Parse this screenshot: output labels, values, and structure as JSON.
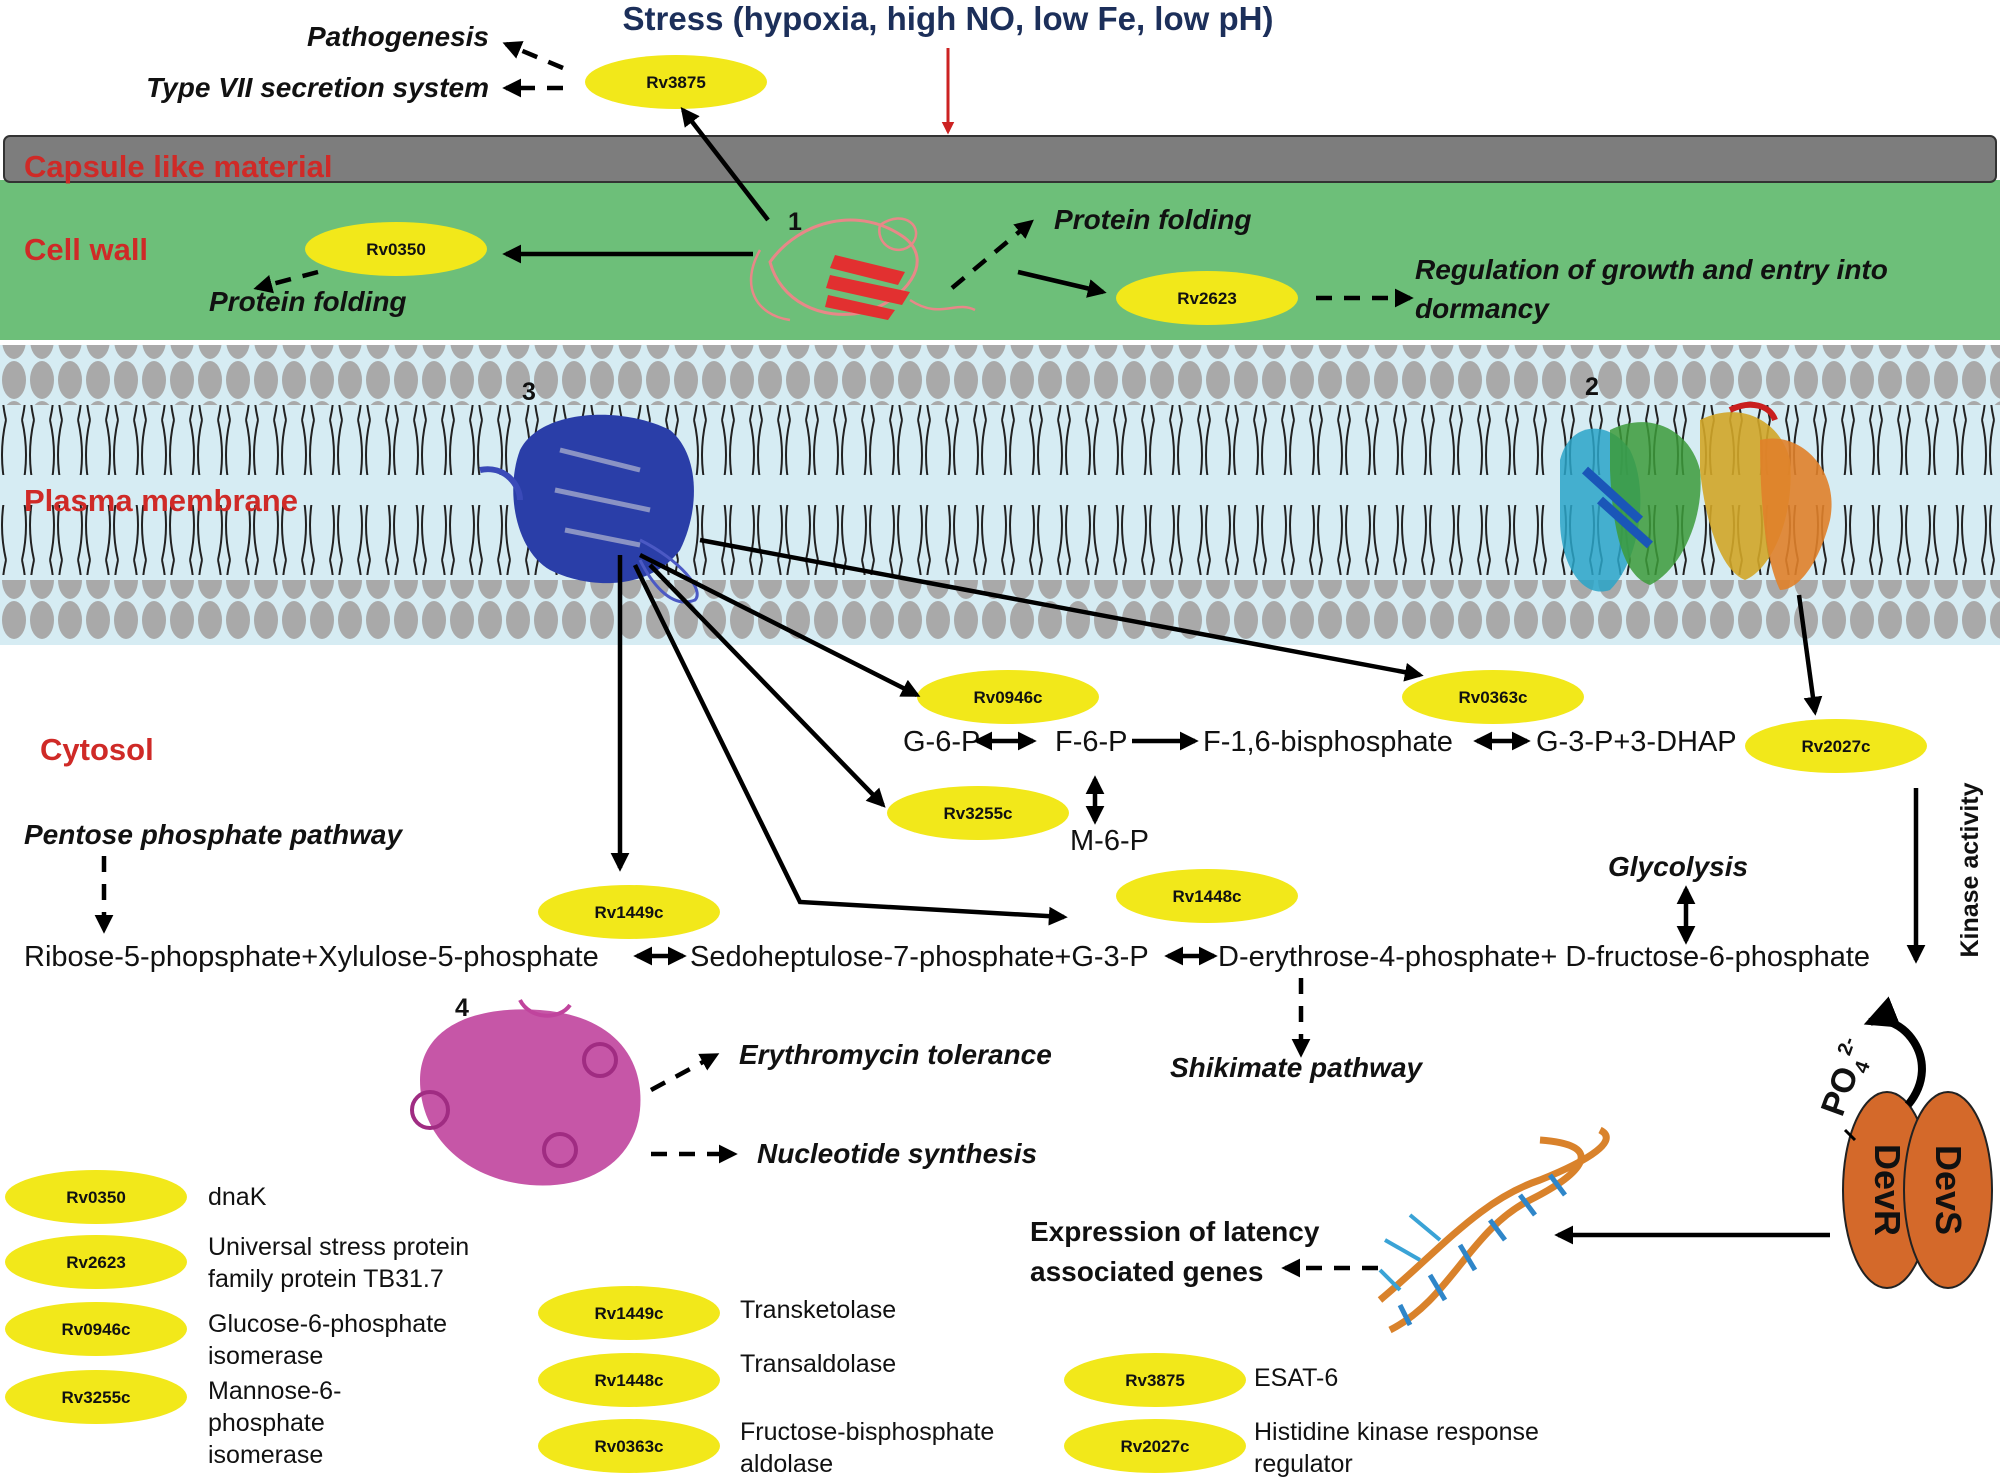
{
  "stress": {
    "label": "Stress (hypoxia, high NO, low Fe, low pH)"
  },
  "layers": {
    "capsule": "Capsule like material",
    "cell_wall": "Cell wall",
    "plasma_membrane": "Plasma membrane",
    "cytosol": "Cytosol"
  },
  "structure_numbers": {
    "s1": "1",
    "s2": "2",
    "s3": "3",
    "s4": "4"
  },
  "genes": {
    "rv3875": "Rv3875",
    "rv0350": "Rv0350",
    "rv2623": "Rv2623",
    "rv0946c": "Rv0946c",
    "rv0363c": "Rv0363c",
    "rv2027c": "Rv2027c",
    "rv3255c": "Rv3255c",
    "rv1449c": "Rv1449c",
    "rv1448c": "Rv1448c"
  },
  "processes": {
    "pathogenesis": "Pathogenesis",
    "t7ss": "Type VII secretion system",
    "protein_folding_top": "Protein folding",
    "protein_folding_left": "Protein folding",
    "regulation_line1": "Regulation of growth and entry into",
    "regulation_line2": "dormancy",
    "ppp": "Pentose phosphate pathway",
    "glycolysis": "Glycolysis",
    "shikimate": "Shikimate pathway",
    "erythromycin": "Erythromycin tolerance",
    "nucleotide": "Nucleotide synthesis",
    "kinase": "Kinase activity",
    "latency_line1": "Expression of latency",
    "latency_line2": "associated genes"
  },
  "metabolites": {
    "g6p": "G-6-P",
    "f6p": "F-6-P",
    "f16bp": "F-1,6-bisphosphate",
    "g3p_dhap": "G-3-P+3-DHAP",
    "m6p": "M-6-P",
    "r5p_x5p": "Ribose-5-phopsphate+Xylulose-5-phosphate",
    "s7p_g3p": "Sedoheptulose-7-phosphate+G-3-P",
    "e4p_f6p": "D-erythrose-4-phosphate+ D-fructose-6-phosphate"
  },
  "phosphate": {
    "main": "PO",
    "sub": "4",
    "sup": "2-"
  },
  "two_component": {
    "devr": "DevR",
    "devs": "DevS"
  },
  "legend": [
    {
      "gene": "Rv0350",
      "lines": [
        "dnaK"
      ]
    },
    {
      "gene": "Rv2623",
      "lines": [
        "Universal stress protein",
        "family protein TB31.7"
      ]
    },
    {
      "gene": "Rv0946c",
      "lines": [
        "Glucose-6-phosphate",
        "isomerase"
      ]
    },
    {
      "gene": "Rv3255c",
      "lines": [
        "Mannose-6-",
        "phosphate",
        "isomerase"
      ]
    },
    {
      "gene": "Rv1449c",
      "lines": [
        "Transketolase"
      ]
    },
    {
      "gene": "Rv1448c",
      "lines": [
        "Transaldolase"
      ]
    },
    {
      "gene": "Rv0363c",
      "lines": [
        "Fructose-bisphosphate",
        "aldolase"
      ]
    },
    {
      "gene": "Rv3875",
      "lines": [
        "ESAT-6"
      ]
    },
    {
      "gene": "Rv2027c",
      "lines": [
        "Histidine kinase response",
        "regulator"
      ]
    }
  ],
  "colors": {
    "capsule": "#7d7d7d",
    "cell_wall": "#6dbf79",
    "membrane": "#d6ecf3",
    "oval": "#f2e81a",
    "label_red": "#cf2a27",
    "stress_title": "#1c2f5a",
    "stress_arrow": "#cc2222",
    "devrs": "#d4692a"
  }
}
